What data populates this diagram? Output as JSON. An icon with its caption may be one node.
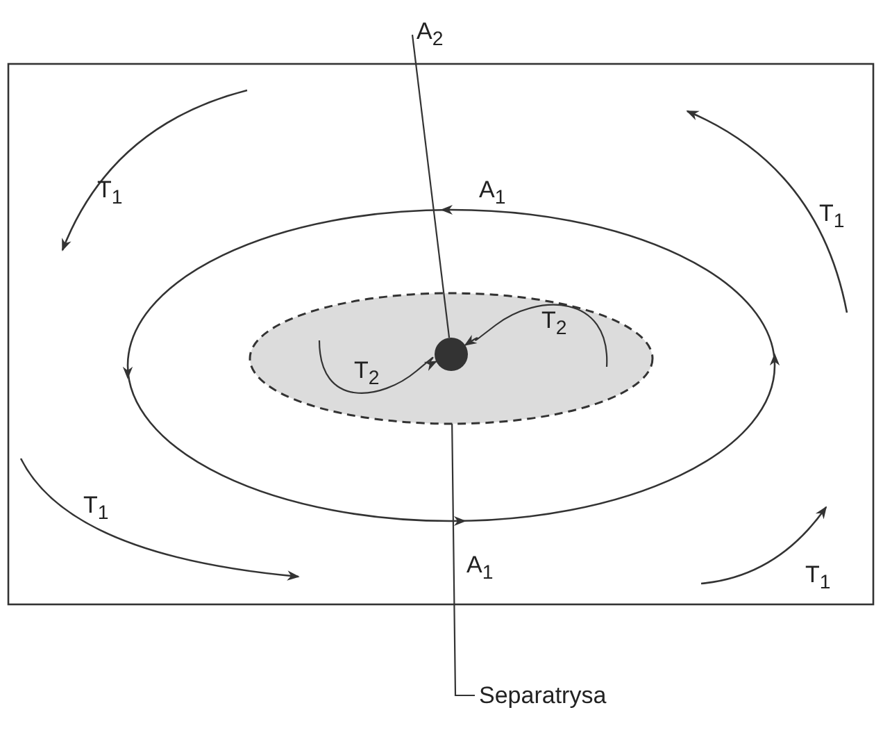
{
  "diagram": {
    "nodes": [
      {
        "text": [
          "A$_{2}$"
        ]
      },
      {
        "text": [],
        "shape": "circle",
        "in": 3
      },
      {
        "text": [
          "Separatrysa"
        ]
      },
      {
        "text": [],
        "shape": "ellipse"
      }
    ],
    "edges": [
      {
        "from": 0,
        "to": 1,
        "arrow": "none"
      },
      {
        "from": 2,
        "to": 3,
        "arrow": "none"
      },
      {
        "from": 3,
        "to": 1,
        "arrow": "to",
        "label": "T$_{2}$"
      },
      {
        "from": 3,
        "to": 1,
        "arrow": "to",
        "label": "T$_{2}$"
      }
    ],
    "labels": [
      "T$_{1}$",
      "A$_{1}$",
      "T$_{1}$",
      "T$_{1}$",
      "A$_{1}$",
      "T$_{1}$"
    ]
  }
}
